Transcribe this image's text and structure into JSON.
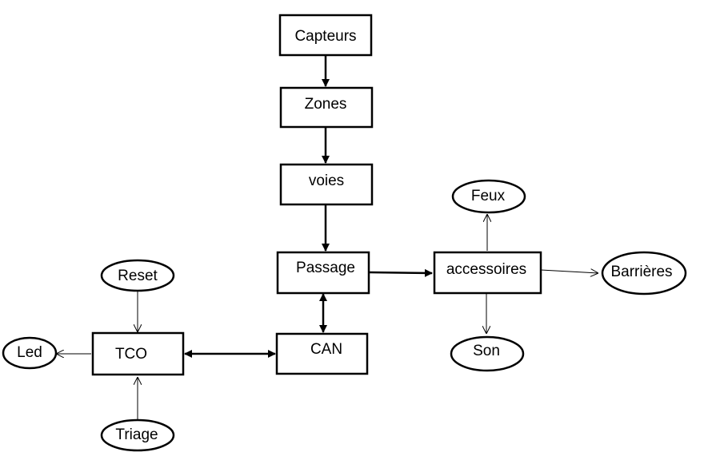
{
  "nodes": {
    "capteurs": "Capteurs",
    "zones": "Zones",
    "voies": "voies",
    "passage": "Passage",
    "accessoires": "accessoires",
    "feux": "Feux",
    "barrieres": "Barrières",
    "son": "Son",
    "can": "CAN",
    "tco": "TCO",
    "reset": "Reset",
    "led": "Led",
    "triage": "Triage"
  }
}
